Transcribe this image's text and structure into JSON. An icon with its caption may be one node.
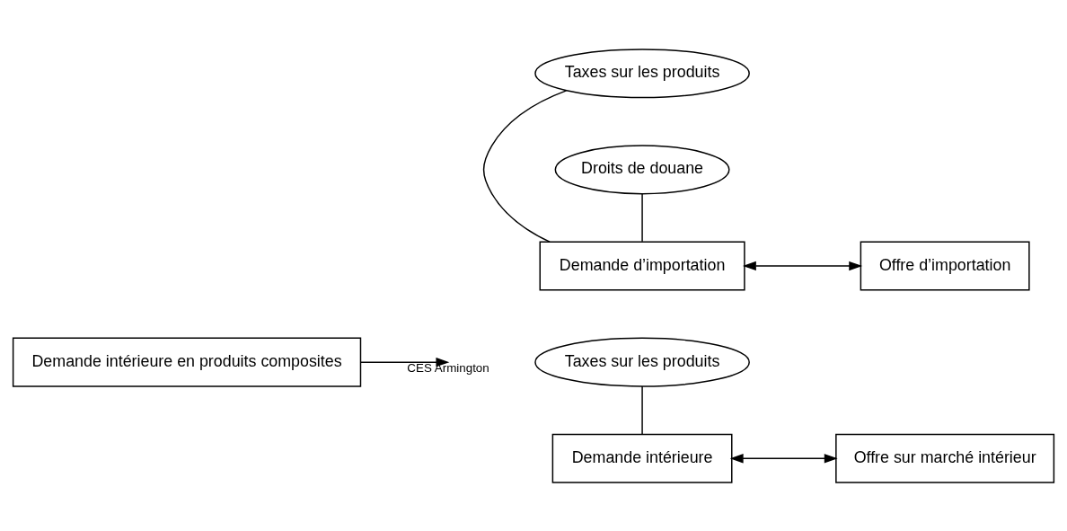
{
  "diagram": {
    "nodes": [
      {
        "text": [
          "Demande intérieure en produits composites"
        ]
      },
      {
        "text": [
          "Demande d’importation"
        ]
      },
      {
        "text": [
          "Offre d’importation"
        ]
      },
      {
        "text": [
          "Demande intérieure"
        ]
      },
      {
        "text": [
          "Offre sur marché intérieur"
        ]
      },
      {
        "text": [
          "Taxes sur les produits"
        ]
      },
      {
        "text": [
          "Droits de douane"
        ]
      },
      {
        "text": [
          "Taxes sur les produits"
        ]
      }
    ],
    "edges": [
      {
        "from": 0,
        "to": null,
        "arrow": "to",
        "label": "CES Armington"
      },
      {
        "from": 1,
        "to": 2,
        "arrow": "both"
      },
      {
        "from": 3,
        "to": 4,
        "arrow": "both"
      },
      {
        "from": 5,
        "to": 1,
        "arrow": "none"
      },
      {
        "from": 6,
        "to": 1,
        "arrow": "none"
      },
      {
        "from": 7,
        "to": 3,
        "arrow": "none"
      }
    ]
  }
}
